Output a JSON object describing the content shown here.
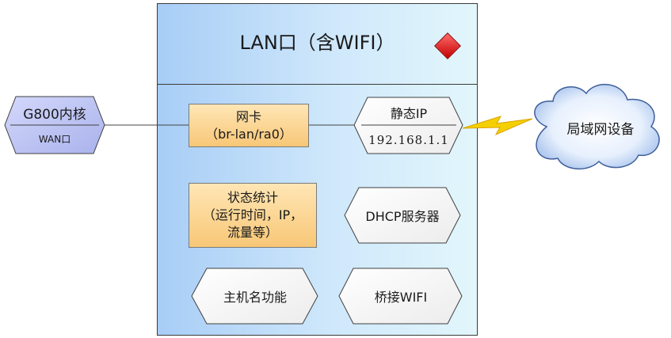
{
  "kernel": {
    "title": "G800内核",
    "sub": "WAN口"
  },
  "lan": {
    "title": "LAN口（含WIFI）"
  },
  "nic": {
    "line1": "网卡",
    "line2": "（br-lan/ra0）"
  },
  "static_ip": {
    "title": "静态IP",
    "value": "192.168.1.1"
  },
  "status": {
    "line1": "状态统计",
    "line2": "（运行时间，IP，",
    "line3": "流量等）"
  },
  "dhcp": {
    "label": "DHCP服务器"
  },
  "hostname": {
    "label": "主机名功能"
  },
  "bridge": {
    "label": "桥接WIFI"
  },
  "cloud": {
    "label": "局域网设备"
  },
  "colors": {
    "accent_red": "#d40000",
    "box_blue": "#a8cdf6",
    "orange": "#f8c777",
    "kernel_purple": "#bcc3f2"
  }
}
